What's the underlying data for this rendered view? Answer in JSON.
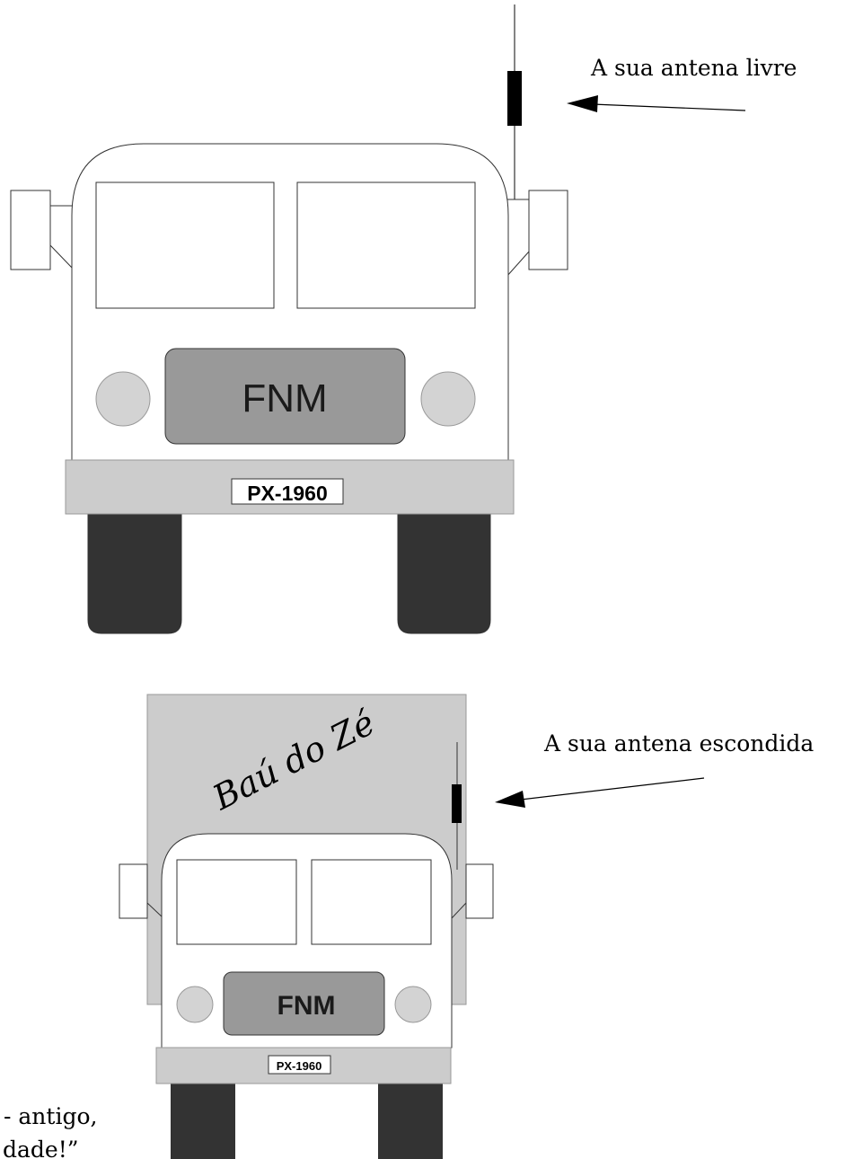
{
  "colors": {
    "background": "#ffffff",
    "outline": "#333333",
    "grille": "#999999",
    "headlight": "#d3d3d3",
    "bumper": "#cccccc",
    "tire": "#333333",
    "cargo_box": "#cccccc",
    "antenna_coil": "#000000"
  },
  "icons": [
    "arrow-left-icon"
  ],
  "truck_top": {
    "brand": "FNM",
    "plate": "PX-1960",
    "annotation": "A sua antena livre"
  },
  "truck_bottom": {
    "brand": "FNM",
    "plate": "PX-1960",
    "cargo_label": "Baú do Zé",
    "annotation": "A sua antena escondida"
  },
  "caption": {
    "line1": "- antigo,",
    "line2": "dade!”"
  }
}
